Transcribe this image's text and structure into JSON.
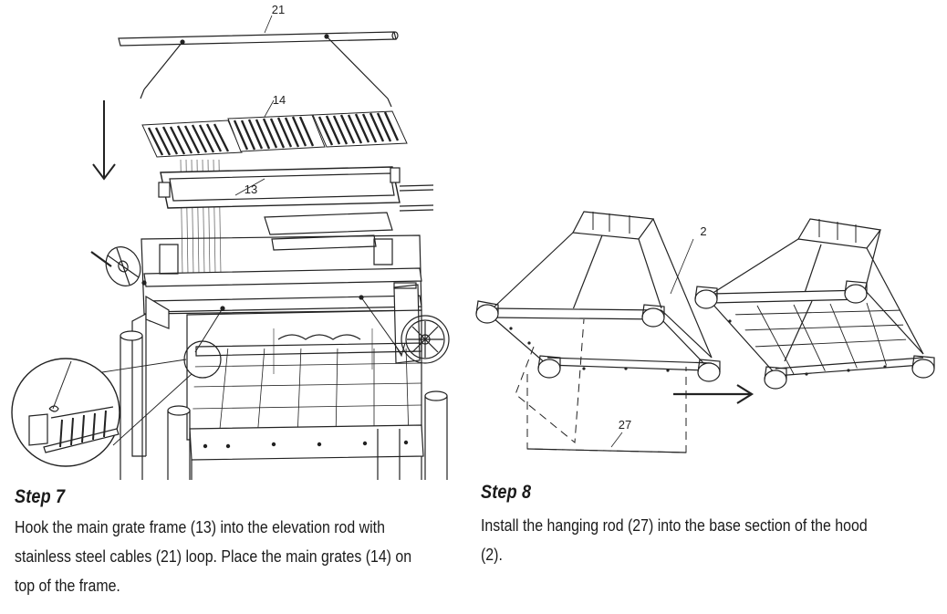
{
  "callouts": {
    "cables": "21",
    "grates": "14",
    "grate_frame": "13",
    "hood": "2",
    "hanging_rod": "27"
  },
  "step7": {
    "title": "Step 7",
    "line1": "Hook the main grate frame (13) into the elevation rod with",
    "line2": "stainless steel cables (21) loop. Place the main grates (14) on",
    "line3": "top of the frame."
  },
  "step8": {
    "title": "Step 8",
    "line1": "Install the hanging rod (27) into the base section of the hood (2)."
  },
  "icons": [
    "down-arrow-icon",
    "right-arrow-icon",
    "detail-magnifier-icon"
  ]
}
